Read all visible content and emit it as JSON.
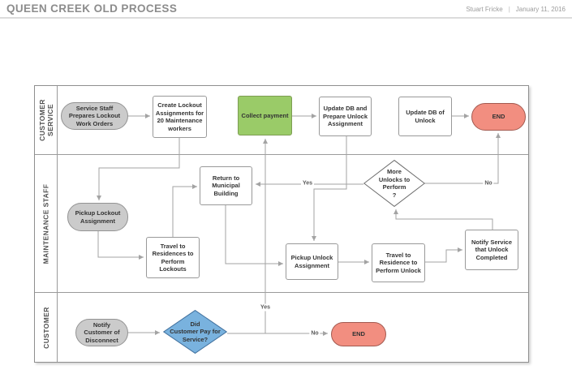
{
  "header": {
    "title": "QUEEN CREEK OLD PROCESS",
    "author": "Stuart Fricke",
    "separator": "|",
    "date": "January 11, 2016"
  },
  "lanes": [
    {
      "label": "CUSTOMER SERVICE"
    },
    {
      "label": "MAINTENANCE STAFF"
    },
    {
      "label": "CUSTOMER"
    }
  ],
  "nodes": {
    "service_staff": {
      "label": "Service Staff\nPrepares Lockout\nWork Orders",
      "type": "terminator-gray"
    },
    "create_lockout": {
      "label": "Create Lockout\nAssignments for\n20 Maintenance\nworkers",
      "type": "process"
    },
    "collect_payment": {
      "label": "Collect payment",
      "type": "process-green"
    },
    "update_db_prepare": {
      "label": "Update DB and\nPrepare Unlock\nAssignment",
      "type": "process"
    },
    "update_db_unlock": {
      "label": "Update DB of\nUnlock",
      "type": "process"
    },
    "end_cs": {
      "label": "END",
      "type": "terminator-red"
    },
    "pickup_lockout": {
      "label": "Pickup Lockout\nAssignment",
      "type": "terminator-gray"
    },
    "travel_lockouts": {
      "label": "Travel to\nResidences to\nPerform Lockouts",
      "type": "process"
    },
    "return_municipal": {
      "label": "Return to\nMunicipal\nBuilding",
      "type": "process"
    },
    "more_unlocks": {
      "label": "More\nUnlocks to\nPerform\n?",
      "type": "decision-white"
    },
    "pickup_unlock": {
      "label": "Pickup Unlock\nAssignment",
      "type": "process"
    },
    "travel_unlock": {
      "label": "Travel to\nResidence to\nPerform Unlock",
      "type": "process"
    },
    "notify_service": {
      "label": "Notify Service\nthat Unlock\nCompleted",
      "type": "process"
    },
    "notify_customer": {
      "label": "Notify\nCustomer of\nDisconnect",
      "type": "terminator-gray"
    },
    "did_pay": {
      "label": "Did\nCustomer Pay for\nService?",
      "type": "decision-blue"
    },
    "end_customer": {
      "label": "END",
      "type": "terminator-red"
    }
  },
  "edge_labels": {
    "yes_more_unlocks": "Yes",
    "no_more_unlocks": "No",
    "yes_did_pay": "Yes",
    "no_did_pay": "No"
  },
  "colors": {
    "title_gray": "#8c8c8c",
    "terminator_gray_fill": "#cbcbcb",
    "terminator_red_fill": "#f28e80",
    "action_green_fill": "#9acb68",
    "decision_blue_fill": "#79b2de",
    "connector_gray": "#a3a3a3"
  }
}
